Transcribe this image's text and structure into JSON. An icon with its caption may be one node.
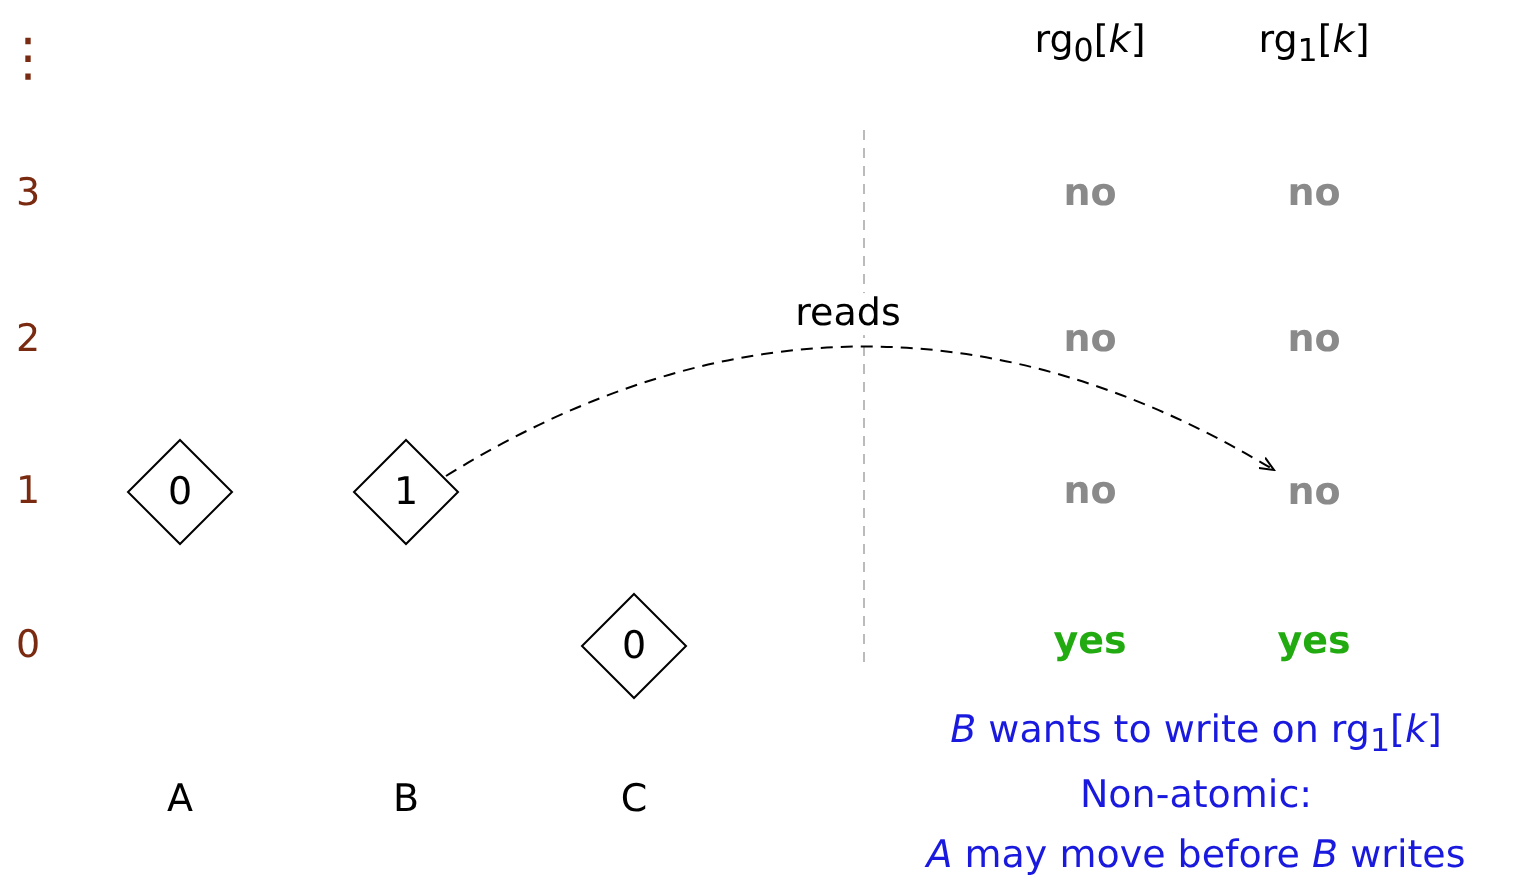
{
  "diagram": {
    "nodes": [
      {
        "text": [
          "0"
        ]
      },
      {
        "text": [
          "1"
        ]
      },
      {
        "text": [
          "0"
        ]
      },
      {
        "text": [
          "no"
        ]
      }
    ],
    "edges": [
      {
        "from": 1,
        "to": 3,
        "arrow": "to",
        "label": "reads",
        "style": "dashed"
      }
    ],
    "labels": [
      "⋮",
      "3",
      "2",
      "1",
      "0",
      "rg$_{0}$[*k*]",
      "rg$_{1}$[*k*]",
      "no",
      "no",
      "no",
      "no",
      "no",
      "yes",
      "yes",
      "A",
      "B",
      "C",
      "*B* wants to write on rg$_{1}$[*k*]",
      "Non-atomic:",
      "*A* may move before *B* writes"
    ]
  }
}
